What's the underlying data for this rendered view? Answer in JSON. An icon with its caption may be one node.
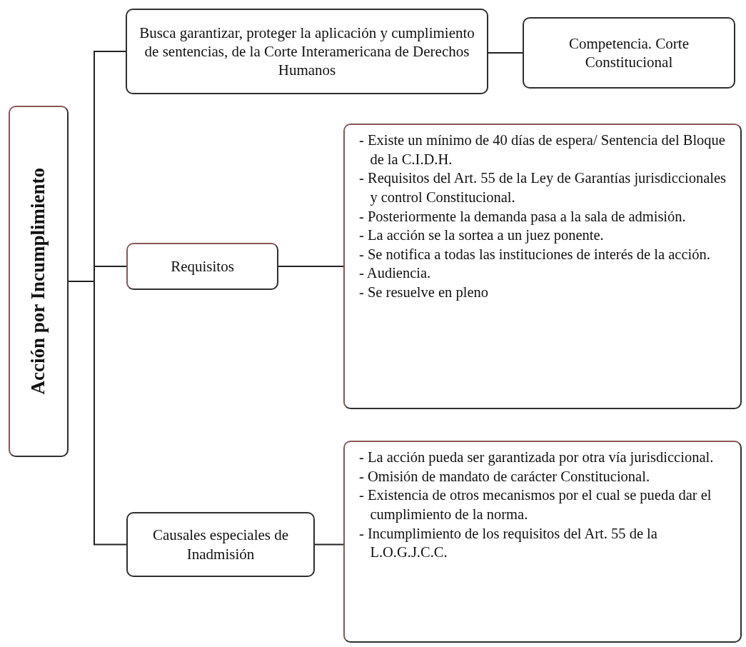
{
  "diagram": {
    "nodes": [
      {
        "text": [
          "Acción por Incumplimiento"
        ]
      },
      {
        "text": [
          "Busca garantizar, proteger la aplicación y cumplimiento de sentencias, de la Corte Interamericana de Derechos Humanos"
        ]
      },
      {
        "text": [
          "Competencia. Corte Constitucional"
        ]
      },
      {
        "text": [
          "Requisitos"
        ]
      },
      {
        "text": [
          "- Existe un mínimo de 40 días de espera/ Sentencia del Bloque de la C.I.D.H.",
          "- Requisitos del Art. 55 de la Ley de Garantías jurisdiccionales y control Constitucional.",
          "- Posteriormente la demanda pasa a la sala de admisión.",
          "- La acción se la sortea a un juez ponente.",
          "- Se notifica a todas las instituciones de interés de la acción.",
          "- Audiencia.",
          "- Se resuelve en pleno"
        ]
      },
      {
        "text": [
          "Causales especiales de Inadmisión"
        ]
      },
      {
        "text": [
          "- La acción pueda ser garantizada por otra vía jurisdiccional.",
          "- Omisión de mandato de carácter Constitucional.",
          "- Existencia de otros mecanismos por el cual se pueda dar el cumplimiento de la norma.",
          "- Incumplimiento de los requisitos del Art. 55 de la L.O.G.J.C.C."
        ]
      }
    ],
    "edges": [
      {
        "from": 0,
        "to": 1,
        "arrow": "none"
      },
      {
        "from": 1,
        "to": 2,
        "arrow": "none"
      },
      {
        "from": 0,
        "to": 3,
        "arrow": "none"
      },
      {
        "from": 3,
        "to": 4,
        "arrow": "none"
      },
      {
        "from": 0,
        "to": 5,
        "arrow": "none"
      },
      {
        "from": 5,
        "to": 6,
        "arrow": "none"
      }
    ]
  }
}
